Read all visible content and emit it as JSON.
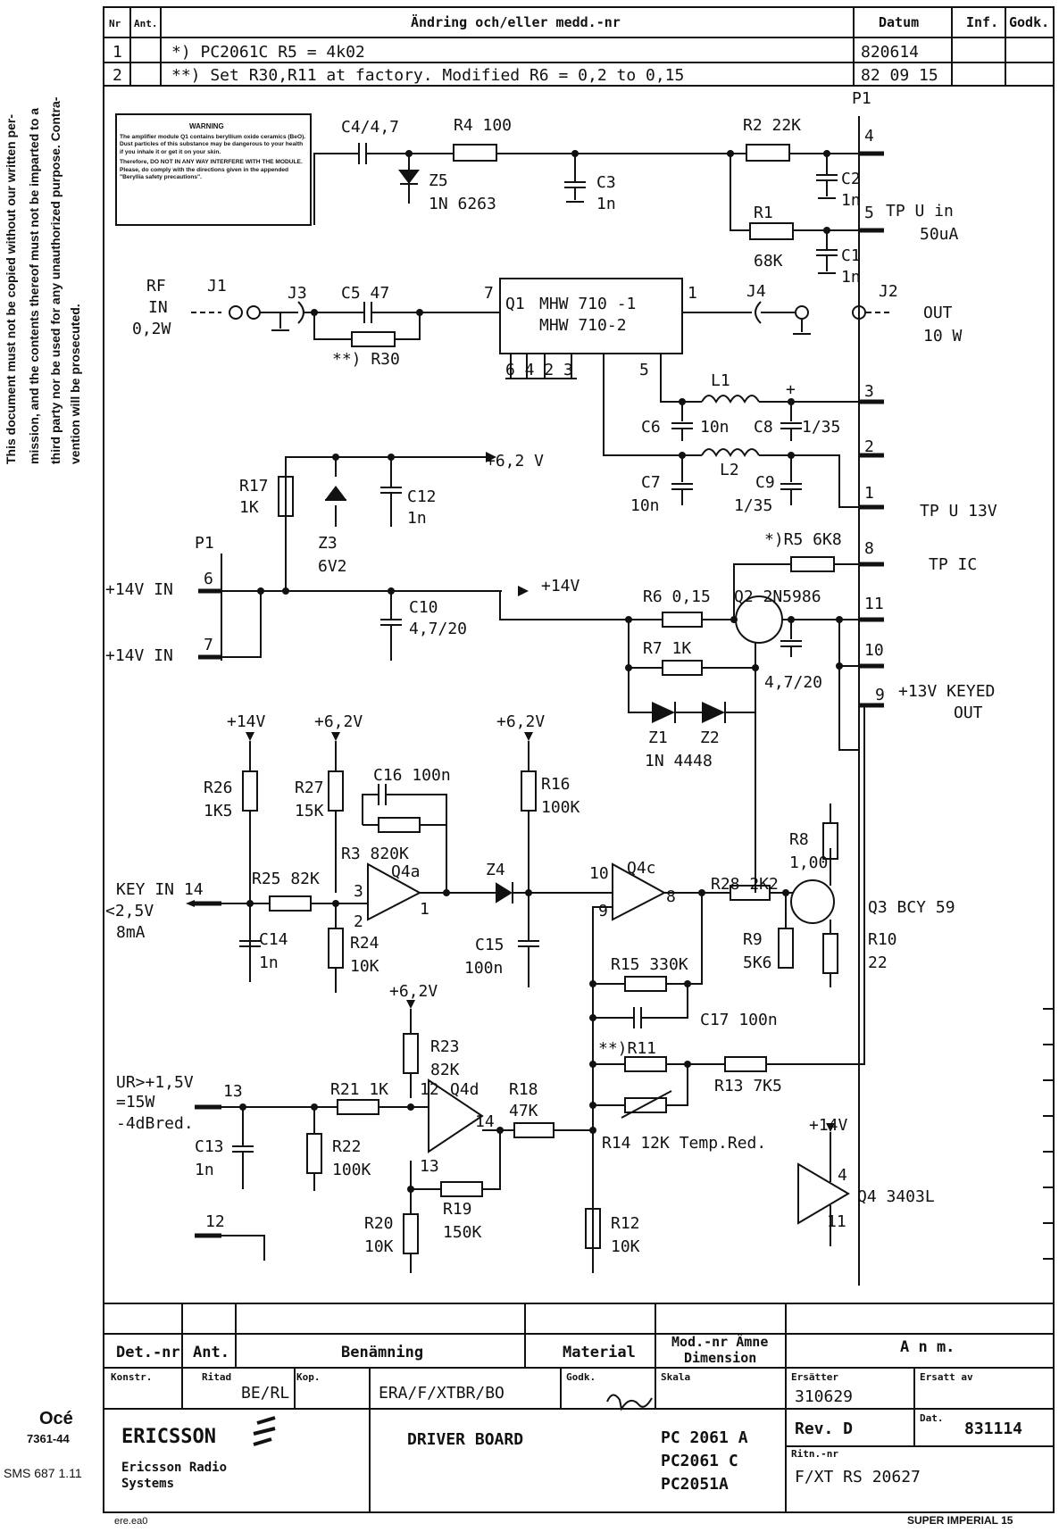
{
  "side_note": [
    "This document must not be copied without our written per-",
    "mission, and the contents thereof must not be imparted to a",
    "third party nor be used for any unauthorized purpose. Contra-",
    "vention will be prosecuted."
  ],
  "revision_table": {
    "headers": {
      "nr": "Nr",
      "ant": "Ant.",
      "change": "Ändring och/eller medd.-nr",
      "date": "Datum",
      "inf": "Inf.",
      "godk": "Godk."
    },
    "rows": [
      {
        "nr": "1",
        "change": "*) PC2061C  R5 = 4k02",
        "date": "820614"
      },
      {
        "nr": "2",
        "change": "**) Set R30,R11 at factory. Modified  R6 = 0,2  to  0,15",
        "date": "82 09 15"
      }
    ]
  },
  "warning": {
    "title": "WARNING",
    "p1": "The amplifier module Q1 contains beryllium oxide ceramics (BeO). Dust particles of this substance may be dangerous to your health if you inhale it or get it on your skin.",
    "p2": "Therefore, DO NOT IN ANY WAY INTERFERE WITH THE MODULE. Please, do comply with the directions given in the appended \"Beryllia safety precautions\"."
  },
  "schematic": {
    "labels": {
      "c4": "C4/4,7",
      "r4": "R4 100",
      "r2": "R2 22K",
      "p1_top": "P1",
      "pin4": "4",
      "z5a": "Z5",
      "z5b": "1N 6263",
      "c3a": "C3",
      "c3b": "1n",
      "c2a": "C2",
      "c2b": "1n",
      "r1a": "R1",
      "r1b": "68K",
      "c1a": "C1",
      "c1b": "1n",
      "pin5": "5",
      "tp_u": "TP U in",
      "tp_u2": "50uA",
      "rf": "RF",
      "rf_in": "IN",
      "rf_pw": "0,2W",
      "j1": "J1",
      "j3": "J3",
      "c5": "C5 47",
      "pin7": "7",
      "q1a": "Q1",
      "q1b": "MHW 710 -1",
      "q1c": "MHW 710-2",
      "pin1": "1",
      "j4": "J4",
      "j2": "J2",
      "out": "OUT",
      "out_pw": "10 W",
      "r30": "**) R30",
      "q1_pins": "6 4  2  3",
      "q1_pin5": "5",
      "l1": "L1",
      "plus1": "+",
      "pin3": "3",
      "c6": "C6",
      "c6v": "10n",
      "c8": "C8",
      "c8v": "1/35",
      "l2": "L2",
      "pin2": "2",
      "c7": "C7",
      "c7v": "10n",
      "c9": "C9",
      "c9v": "1/35",
      "pin1b": "1",
      "tp_u13": "TP U 13V",
      "v62_a": "+6,2 V",
      "r17": "R17",
      "r17v": "1K",
      "c12": "C12",
      "c12v": "1n",
      "z3": "Z3",
      "z3v": "6V2",
      "p1_left": "P1",
      "pin6": "6",
      "in14a": "+14V  IN",
      "pin7b": "7",
      "in14b": "+14V  IN",
      "c10": "C10",
      "c10v": "4,7/20",
      "v14a": "+14V",
      "r5": "*)R5  6K8",
      "pin8": "8",
      "tp_ic": "TP    IC",
      "r6": "R6  0,15",
      "q2": "Q2  2N5986",
      "pin11": "11",
      "r7": "R7  1K",
      "pin10": "10",
      "c_q2": "4,7/20",
      "pin9": "9",
      "keyed": "+13V  KEYED",
      "keyed2": "OUT",
      "z1": "Z1",
      "z2": "Z2",
      "z1v": "1N 4448",
      "v14b": "+14V",
      "v62_b": "+6,2V",
      "v62_c": "+6,2V",
      "r26": "R26",
      "r26v": "1K5",
      "r27": "R27",
      "r27v": "15K",
      "c16": "C16  100n",
      "r16": "R16",
      "r16v": "100K",
      "r3": "R3  820K",
      "q4a": "Q4a",
      "key": "KEY  IN 14",
      "key2": "<2,5V",
      "key3": "8mA",
      "r25": "R25  82K",
      "n3": "3",
      "n2": "2",
      "n1": "1",
      "z4": "Z4",
      "n10": "10",
      "q4c": "Q4c",
      "n8": "8",
      "n9": "9",
      "r28": "R28  2K2",
      "r8": "R8",
      "r8v": "1,00",
      "q3": "Q3  BCY 59",
      "c14": "C14",
      "c14v": "1n",
      "r24": "R24",
      "r24v": "10K",
      "c15": "C15",
      "c15v": "100n",
      "r9": "R9",
      "r9v": "5K6",
      "r10": "R10",
      "r10v": "22",
      "r15": "R15  330K",
      "c17": "C17  100n",
      "v62_d": "+6,2V",
      "r23": "R23",
      "r23v": "82K",
      "r11": "**)R11",
      "ur": "UR>+1,5V",
      "ur2": "=15W",
      "ur3": "-4dBred.",
      "n13": "13",
      "r21": "R21  1K",
      "n12": "12",
      "q4d": "Q4d",
      "n14": "14",
      "r18": "R18",
      "r18v": "47K",
      "r13": "R13  7K5",
      "r14": "R14  12K  Temp.Red.",
      "v14c": "+14V",
      "c13": "C13",
      "c13v": "1n",
      "r22": "R22",
      "r22v": "100K",
      "n13b": "13",
      "r19": "R19",
      "r19v": "150K",
      "q4": "Q4  3403L",
      "n4": "4",
      "n11": "11",
      "pin12": "12",
      "r20": "R20",
      "r20v": "10K",
      "r12": "R12",
      "r12v": "10K"
    }
  },
  "title_block": {
    "det_nr": "Det.-nr",
    "ant": "Ant.",
    "benamning": "Benämning",
    "material": "Material",
    "mod_nr": "Mod.-nr Ämne",
    "dimension": "Dimension",
    "anm": "A n m.",
    "konstr": "Konstr.",
    "ritad": "Ritad",
    "ritad_val": "BE/RL",
    "kop": "Kop.",
    "dept": "ERA/F/XTBR/BO",
    "godk": "Godk.",
    "skala": "Skala",
    "ersatter": "Ersätter",
    "ersatter_val": "310629",
    "ersatt_av": "Ersatt av",
    "company": "ERICSSON",
    "company_sub1": "Ericsson Radio",
    "company_sub2": "Systems",
    "title": "DRIVER BOARD",
    "codes": [
      "PC 2061 A",
      "PC2061 C",
      "PC2051A"
    ],
    "rev": "Rev. D",
    "dat": "Dat.",
    "dat_val": "831114",
    "ritn": "Ritn.-nr",
    "ritn_val": "F/XT  RS  20627"
  },
  "margin": {
    "oce": "Océ",
    "oce_code": "7361-44",
    "sms": "SMS 687 1.11",
    "bottom_left": "ere.ea0",
    "bottom_right": "SUPER IMPERIAL 15"
  }
}
